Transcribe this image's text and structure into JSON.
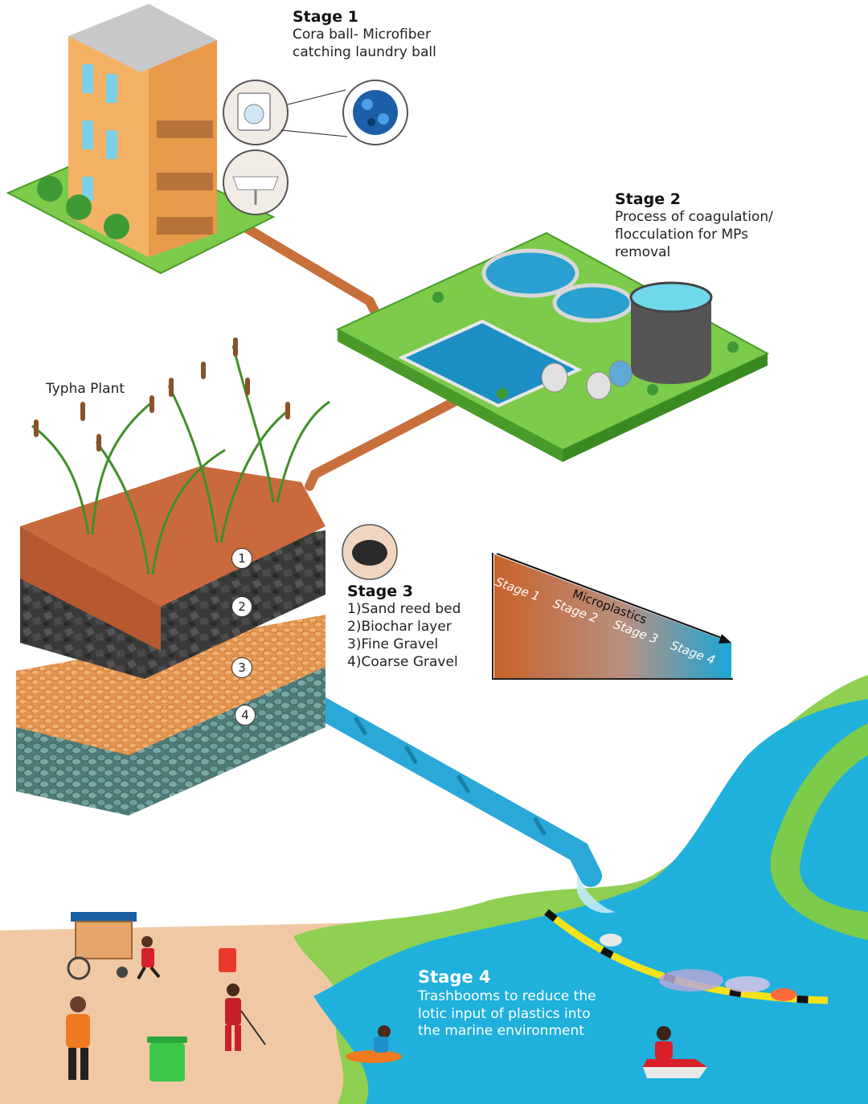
{
  "stages": {
    "stage1": {
      "title": "Stage 1",
      "lines": [
        "Cora ball- Microfiber",
        "catching laundry ball"
      ]
    },
    "stage2": {
      "title": "Stage 2",
      "lines": [
        "Process of coagulation/",
        "flocculation for MPs",
        "removal"
      ]
    },
    "stage3": {
      "title": "Stage 3",
      "lines": [
        "1)Sand reed bed",
        "2)Biochar layer",
        "3)Fine Gravel",
        "4)Coarse Gravel"
      ]
    },
    "stage4": {
      "title": "Stage 4",
      "lines": [
        "Trashbooms to reduce the",
        "lotic input of plastics into",
        "the marine environment"
      ]
    }
  },
  "typha_label": "Typha Plant",
  "layer_numbers": [
    "1",
    "2",
    "3",
    "4"
  ],
  "gradient": {
    "axis_label": "Microplastics",
    "stage_labels": [
      "Stage 1",
      "Stage 2",
      "Stage 3",
      "Stage 4"
    ],
    "color_start": "#c8622a",
    "color_end": "#1aa6d8"
  },
  "colors": {
    "grass": "#7ccb4a",
    "pipe_orange": "#c8703c",
    "pipe_blue": "#2aa9d8",
    "water": "#1fb0dc",
    "sand": "#f0c9a4",
    "building": "#f4b266",
    "soil_top": "#c96a3d",
    "biochar": "#3a3a3a",
    "fine_gravel": "#f0a45c",
    "coarse_gravel": "#5f8f8c"
  },
  "icons": [
    "washing-machine-icon",
    "cora-ball-icon",
    "sink-icon",
    "biochar-hand-icon",
    "trash-bin-icon"
  ]
}
